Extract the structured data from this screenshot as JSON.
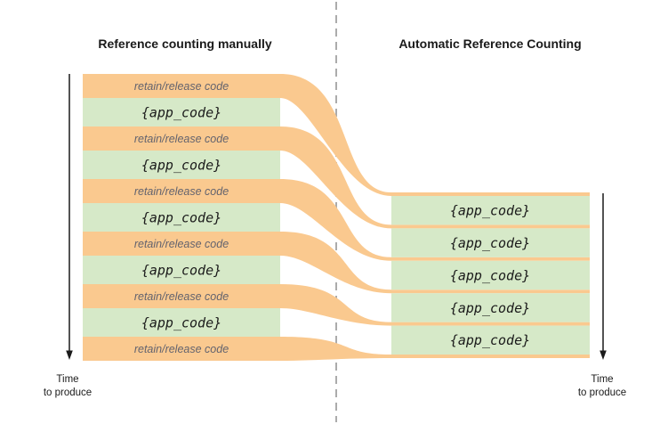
{
  "titles": {
    "left": "Reference counting manually",
    "right": "Automatic Reference Counting"
  },
  "left_stack": {
    "retain_labels": [
      "retain/release code",
      "retain/release code",
      "retain/release code",
      "retain/release code",
      "retain/release code",
      "retain/release code"
    ],
    "app_labels": [
      "{app_code}",
      "{app_code}",
      "{app_code}",
      "{app_code}",
      "{app_code}"
    ]
  },
  "right_stack": {
    "app_labels": [
      "{app_code}",
      "{app_code}",
      "{app_code}",
      "{app_code}",
      "{app_code}"
    ]
  },
  "time_axis_left": {
    "line1": "Time",
    "line2": "to produce"
  },
  "time_axis_right": {
    "line1": "Time",
    "line2": "to produce"
  },
  "colors": {
    "orange": "#FAC98F",
    "green": "#D6E9C8",
    "divider_gray": "#ABABAB",
    "retain_text": "#63636E",
    "dark_text": "#1A1A1A"
  }
}
